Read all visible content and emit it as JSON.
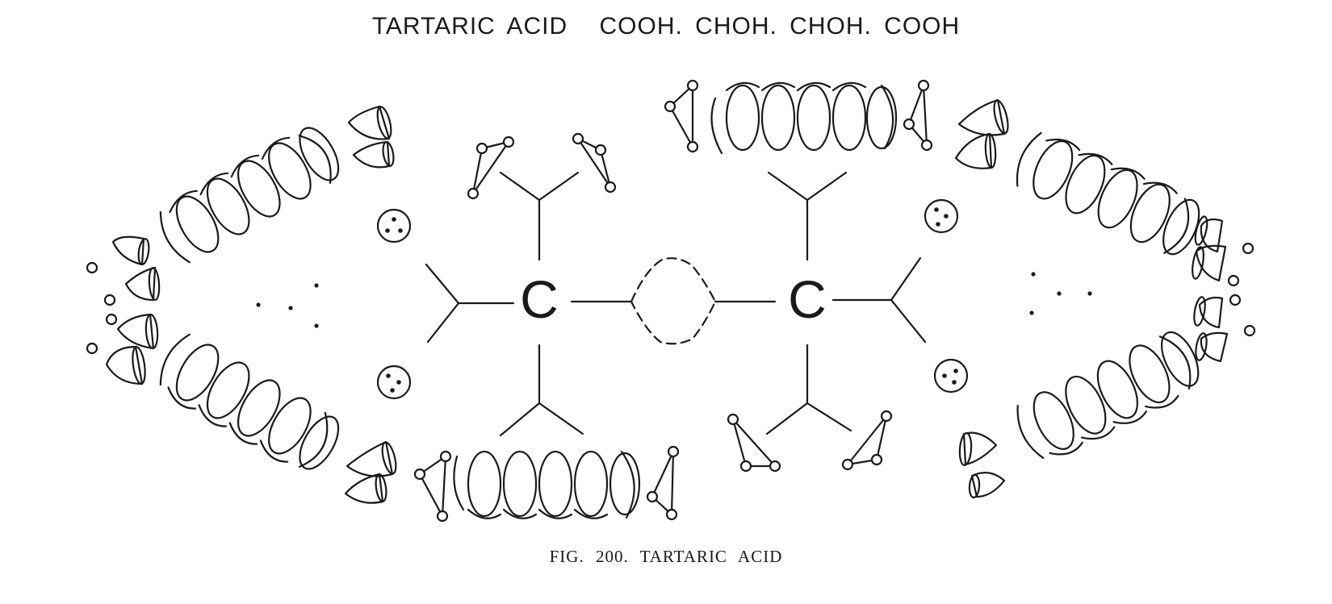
{
  "header": {
    "name": "TARTARIC ACID",
    "formula": "COOH. CHOH. CHOH. COOH"
  },
  "diagram": {
    "carbon_label_left": "C",
    "carbon_label_right": "C"
  },
  "caption": {
    "text": "FIG. 200. TARTARIC ACID"
  },
  "colors": {
    "ink": "#1a1a1a",
    "paper": "#ffffff"
  }
}
